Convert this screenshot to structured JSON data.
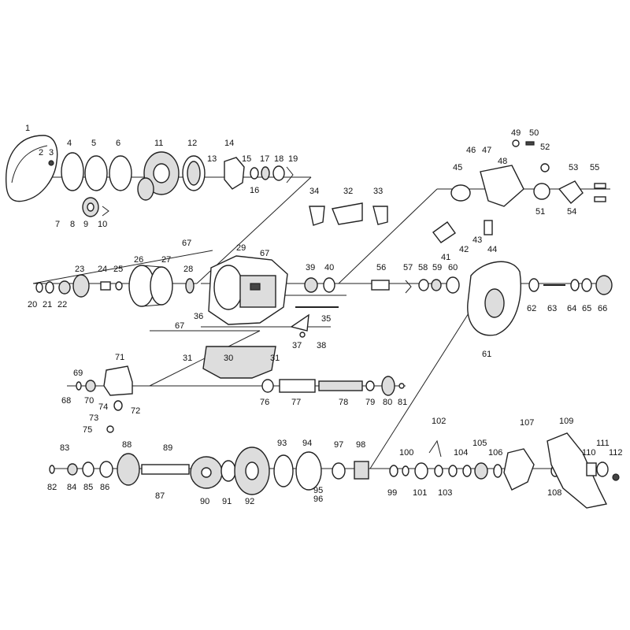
{
  "colors": {
    "line": "#222222",
    "part_fill": "#ffffff",
    "shade": "#dddddd",
    "dark": "#444444",
    "background": "#ffffff"
  },
  "labels": {
    "p1": "1",
    "p2": "2",
    "p3": "3",
    "p4": "4",
    "p5": "5",
    "p6": "6",
    "p7": "7",
    "p8": "8",
    "p9": "9",
    "p10": "10",
    "p11": "11",
    "p12": "12",
    "p13": "13",
    "p14": "14",
    "p15": "15",
    "p16": "16",
    "p17": "17",
    "p18": "18",
    "p19": "19",
    "p20": "20",
    "p21": "21",
    "p22": "22",
    "p23": "23",
    "p24": "24",
    "p25": "25",
    "p26": "26",
    "p27": "27",
    "p28": "28",
    "p29": "29",
    "p30": "30",
    "p31": "31",
    "p32": "32",
    "p33": "33",
    "p34": "34",
    "p35": "35",
    "p36": "36",
    "p37": "37",
    "p38": "38",
    "p39": "39",
    "p40": "40",
    "p41": "41",
    "p42": "42",
    "p43": "43",
    "p44": "44",
    "p45": "45",
    "p46": "46",
    "p47": "47",
    "p48": "48",
    "p49": "49",
    "p50": "50",
    "p51": "51",
    "p52": "52",
    "p53": "53",
    "p54": "54",
    "p55": "55",
    "p56": "56",
    "p57": "57",
    "p58": "58",
    "p59": "59",
    "p60": "60",
    "p61": "61",
    "p62": "62",
    "p63": "63",
    "p64": "64",
    "p65": "65",
    "p66": "66",
    "p67": "67",
    "p68": "68",
    "p69": "69",
    "p70": "70",
    "p71": "71",
    "p72": "72",
    "p73": "73",
    "p74": "74",
    "p75": "75",
    "p76": "76",
    "p77": "77",
    "p78": "78",
    "p79": "79",
    "p80": "80",
    "p81": "81",
    "p82": "82",
    "p83": "83",
    "p84": "84",
    "p85": "85",
    "p86": "86",
    "p87": "87",
    "p88": "88",
    "p89": "89",
    "p90": "90",
    "p91": "91",
    "p92": "92",
    "p93": "93",
    "p94": "94",
    "p95": "95",
    "p96": "96",
    "p97": "97",
    "p98": "98",
    "p99": "99",
    "p100": "100",
    "p101": "101",
    "p102": "102",
    "p103": "103",
    "p104": "104",
    "p105": "105",
    "p106": "106",
    "p107": "107",
    "p108": "108",
    "p109": "109",
    "p110": "110",
    "p111": "111",
    "p112": "112"
  }
}
